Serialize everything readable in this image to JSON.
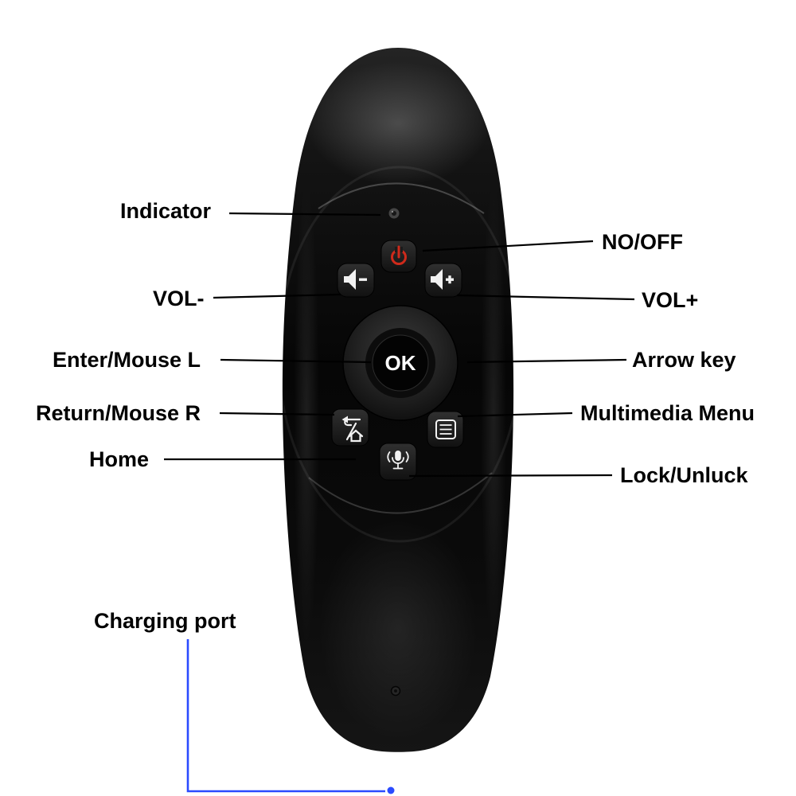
{
  "labels": {
    "indicator": "Indicator",
    "no_off": "NO/OFF",
    "vol_minus": "VOL-",
    "vol_plus": "VOL+",
    "enter_mouse_l": "Enter/Mouse L",
    "arrow_key": "Arrow key",
    "return_mouse_r": "Return/Mouse R",
    "multimedia_menu": "Multimedia Menu",
    "home": "Home",
    "lock_unluck": "Lock/Unluck",
    "charging_port": "Charging port"
  },
  "remote": {
    "ok_label": "OK"
  },
  "colors": {
    "background": "#ffffff",
    "label_text": "#000000",
    "leader_line": "#000000",
    "charging_line": "#2b4bff",
    "power_icon": "#cf2a1b",
    "button_icon": "#f2f2f2",
    "remote_body": "#0a0a0a"
  }
}
